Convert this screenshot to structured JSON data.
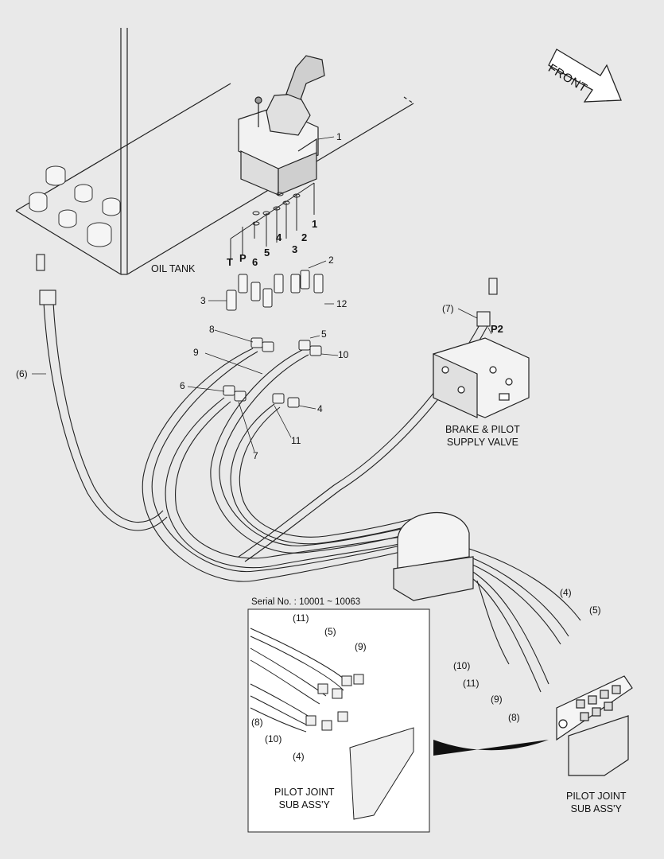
{
  "direction": "FRONT",
  "oil_tank": "OIL TANK",
  "brake_valve": {
    "line1": "BRAKE & PILOT",
    "line2": "SUPPLY VALVE"
  },
  "pilot_joint_main": {
    "line1": "PILOT JOINT",
    "line2": "SUB ASS'Y"
  },
  "pilot_joint_inset": {
    "line1": "PILOT JOINT",
    "line2": "SUB ASS'Y"
  },
  "serial": "Serial No. : 10001 ~ 10063",
  "port_labels": {
    "t": "T",
    "p": "P",
    "six": "6",
    "five": "5",
    "four": "4",
    "three": "3",
    "two": "2",
    "one": "1",
    "p2": "P2"
  },
  "callouts": {
    "c1": "1",
    "c2": "2",
    "c3": "3",
    "c12": "12",
    "c8": "8",
    "c5": "5",
    "c9": "9",
    "c10": "10",
    "c6": "6",
    "c4": "4",
    "c11": "11",
    "c7": "7",
    "p6": "(6)",
    "p7": "(7)",
    "m4": "(4)",
    "m5": "(5)",
    "m10": "(10)",
    "m11": "(11)",
    "m9": "(9)",
    "m8": "(8)",
    "i11": "(11)",
    "i5": "(5)",
    "i9": "(9)",
    "i8": "(8)",
    "i10": "(10)",
    "i4": "(4)"
  },
  "colors": {
    "background": "#e9e9e9",
    "line": "#1a1a1a",
    "panel": "#ffffff"
  }
}
